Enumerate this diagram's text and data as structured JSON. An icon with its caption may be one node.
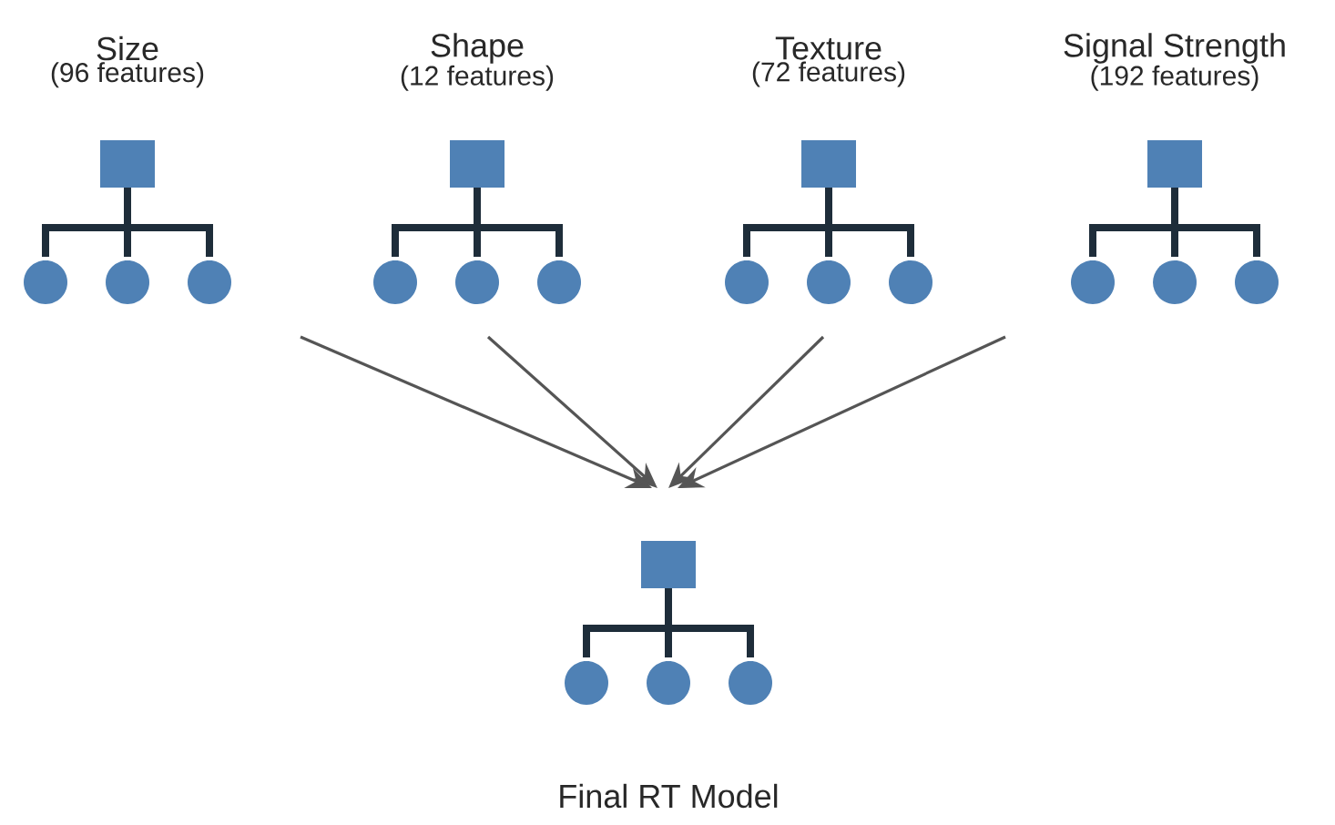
{
  "diagram": {
    "nodes": [
      {
        "text": [
          "Size",
          "(96 features)"
        ]
      },
      {
        "text": [
          "Shape",
          "(12 features)"
        ]
      },
      {
        "text": [
          "Texture",
          "(72 features)"
        ]
      },
      {
        "text": [
          "Signal Strength",
          "(192 features)"
        ]
      },
      {
        "text": [
          "Final RT Model"
        ]
      }
    ],
    "edges": [
      {
        "from": 0,
        "to": 4,
        "arrow": "to"
      },
      {
        "from": 1,
        "to": 4,
        "arrow": "to"
      },
      {
        "from": 2,
        "to": 4,
        "arrow": "to"
      },
      {
        "from": 3,
        "to": 4,
        "arrow": "to"
      }
    ]
  }
}
